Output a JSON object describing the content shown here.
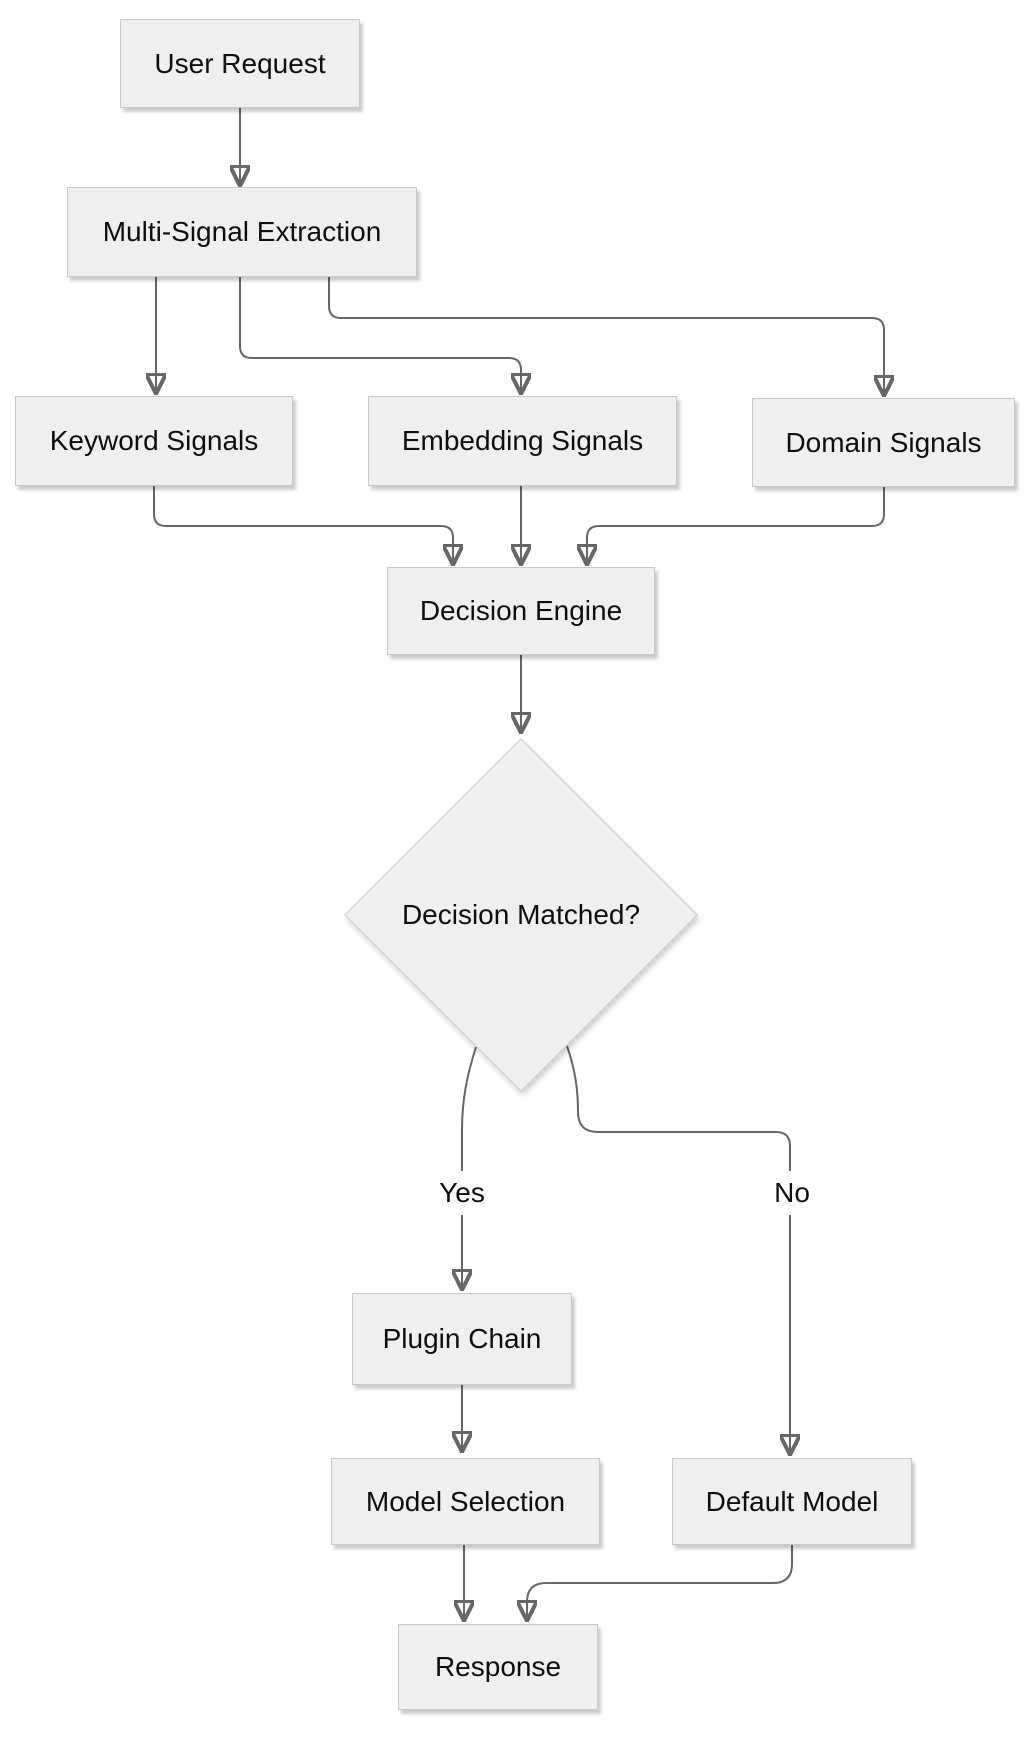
{
  "diagram": {
    "type": "flowchart",
    "nodes": {
      "user_request": {
        "label": "User Request",
        "shape": "rect"
      },
      "multi_signal_extraction": {
        "label": "Multi-Signal Extraction",
        "shape": "rect"
      },
      "keyword_signals": {
        "label": "Keyword Signals",
        "shape": "rect"
      },
      "embedding_signals": {
        "label": "Embedding Signals",
        "shape": "rect"
      },
      "domain_signals": {
        "label": "Domain Signals",
        "shape": "rect"
      },
      "decision_engine": {
        "label": "Decision Engine",
        "shape": "rect"
      },
      "decision_matched": {
        "label": "Decision Matched?",
        "shape": "diamond"
      },
      "plugin_chain": {
        "label": "Plugin Chain",
        "shape": "rect"
      },
      "model_selection": {
        "label": "Model Selection",
        "shape": "rect"
      },
      "default_model": {
        "label": "Default Model",
        "shape": "rect"
      },
      "response": {
        "label": "Response",
        "shape": "rect"
      }
    },
    "edge_labels": {
      "yes": {
        "label": "Yes"
      },
      "no": {
        "label": "No"
      }
    },
    "edges": [
      {
        "from": "User Request",
        "to": "Multi-Signal Extraction",
        "label": ""
      },
      {
        "from": "Multi-Signal Extraction",
        "to": "Keyword Signals",
        "label": ""
      },
      {
        "from": "Multi-Signal Extraction",
        "to": "Embedding Signals",
        "label": ""
      },
      {
        "from": "Multi-Signal Extraction",
        "to": "Domain Signals",
        "label": ""
      },
      {
        "from": "Keyword Signals",
        "to": "Decision Engine",
        "label": ""
      },
      {
        "from": "Embedding Signals",
        "to": "Decision Engine",
        "label": ""
      },
      {
        "from": "Domain Signals",
        "to": "Decision Engine",
        "label": ""
      },
      {
        "from": "Decision Engine",
        "to": "Decision Matched?",
        "label": ""
      },
      {
        "from": "Decision Matched?",
        "to": "Plugin Chain",
        "label": "Yes"
      },
      {
        "from": "Decision Matched?",
        "to": "Default Model",
        "label": "No"
      },
      {
        "from": "Plugin Chain",
        "to": "Model Selection",
        "label": ""
      },
      {
        "from": "Model Selection",
        "to": "Response",
        "label": ""
      },
      {
        "from": "Default Model",
        "to": "Response",
        "label": ""
      }
    ],
    "colors": {
      "background": "#ffffff",
      "node_fill": "#efefef",
      "node_border": "#c9c9c9",
      "edge": "#666666",
      "text": "#0e0e0e"
    }
  }
}
